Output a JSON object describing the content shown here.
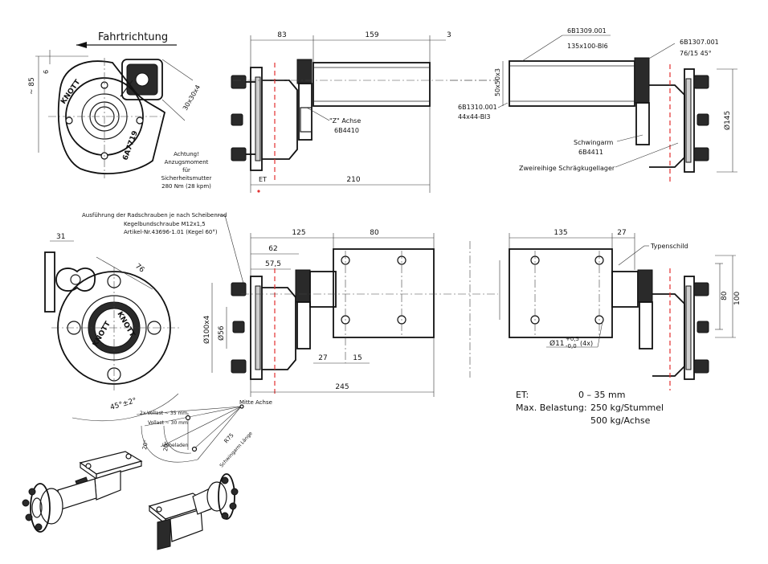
{
  "direction": {
    "label": "Fahrtrichtung"
  },
  "top_left": {
    "dim_85": "~ 85",
    "dim_6": "6",
    "dim_30x30": "30x30x4",
    "logo": "KNOTT",
    "part_no": "6A7719",
    "note_lines": [
      "Achtung!",
      "Anzugsmoment",
      "für",
      "Sicherheitsmutter",
      "280 Nm (28 kpm)"
    ]
  },
  "top_mid": {
    "dim_83": "83",
    "dim_159": "159",
    "dim_3": "3",
    "dim_210": "210",
    "et": "ET",
    "z_axis": "\"Z\" Achse",
    "z_axis_part": "6B4410"
  },
  "top_right": {
    "part_6b1309": "6B1309.001",
    "part_6b1309_spec": "135x100-Bl6",
    "part_6b1307": "6B1307.001",
    "part_6b1307_spec": "76/15 45°",
    "dim_50x50": "50x50x3",
    "part_6b1310": "6B1310.001",
    "part_6b1310_spec": "44x44-Bl3",
    "dim_phi145": "Ø145",
    "swing_arm": "Schwingarm",
    "swing_arm_part": "6B4411",
    "bearing": "Zweireihige Schrägkugellager"
  },
  "mid_left": {
    "bolt_note_1": "Ausführung der Radschrauben je nach Scheibenrad",
    "bolt_note_2": "Kegelbundschraube M12x1,5",
    "bolt_note_3": "Artikel-Nr.43696-1.01 (Kegel 60°)",
    "dim_31": "31",
    "dim_76": "76",
    "dim_45": "45°±2°",
    "logo": "KNOTT"
  },
  "mid_mid": {
    "dim_125": "125",
    "dim_80": "80",
    "dim_62": "62",
    "dim_57_5": "57,5",
    "dim_phi100x4": "Ø100x4",
    "dim_phi56": "Ø56",
    "dim_27": "27",
    "dim_15": "15",
    "dim_245": "245"
  },
  "mid_right": {
    "dim_135": "135",
    "dim_27": "27",
    "type_plate": "Typenschild",
    "dim_80": "80",
    "dim_100": "100",
    "hole_dim": "Ø11",
    "hole_tol_up": "+0,5",
    "hole_tol_down": "-0,0",
    "hole_count": "(4x)"
  },
  "swing": {
    "full_load_2x": "2x Vollast ~ 35 mm",
    "full_load": "Vollast ~ 30 mm",
    "unloaded": "Unbeladen",
    "axle_center": "Mitte Achse",
    "angle_20": "20°",
    "angle_20b": "20°",
    "arm_length": "Schwingarm Länge",
    "r75": "R75"
  },
  "specs": {
    "et_label": "ET:",
    "et_value": "0 – 35 mm",
    "load_label": "Max. Belastung:",
    "load_value_1": "250 kg/Stummel",
    "load_value_2": "500 kg/Achse"
  }
}
